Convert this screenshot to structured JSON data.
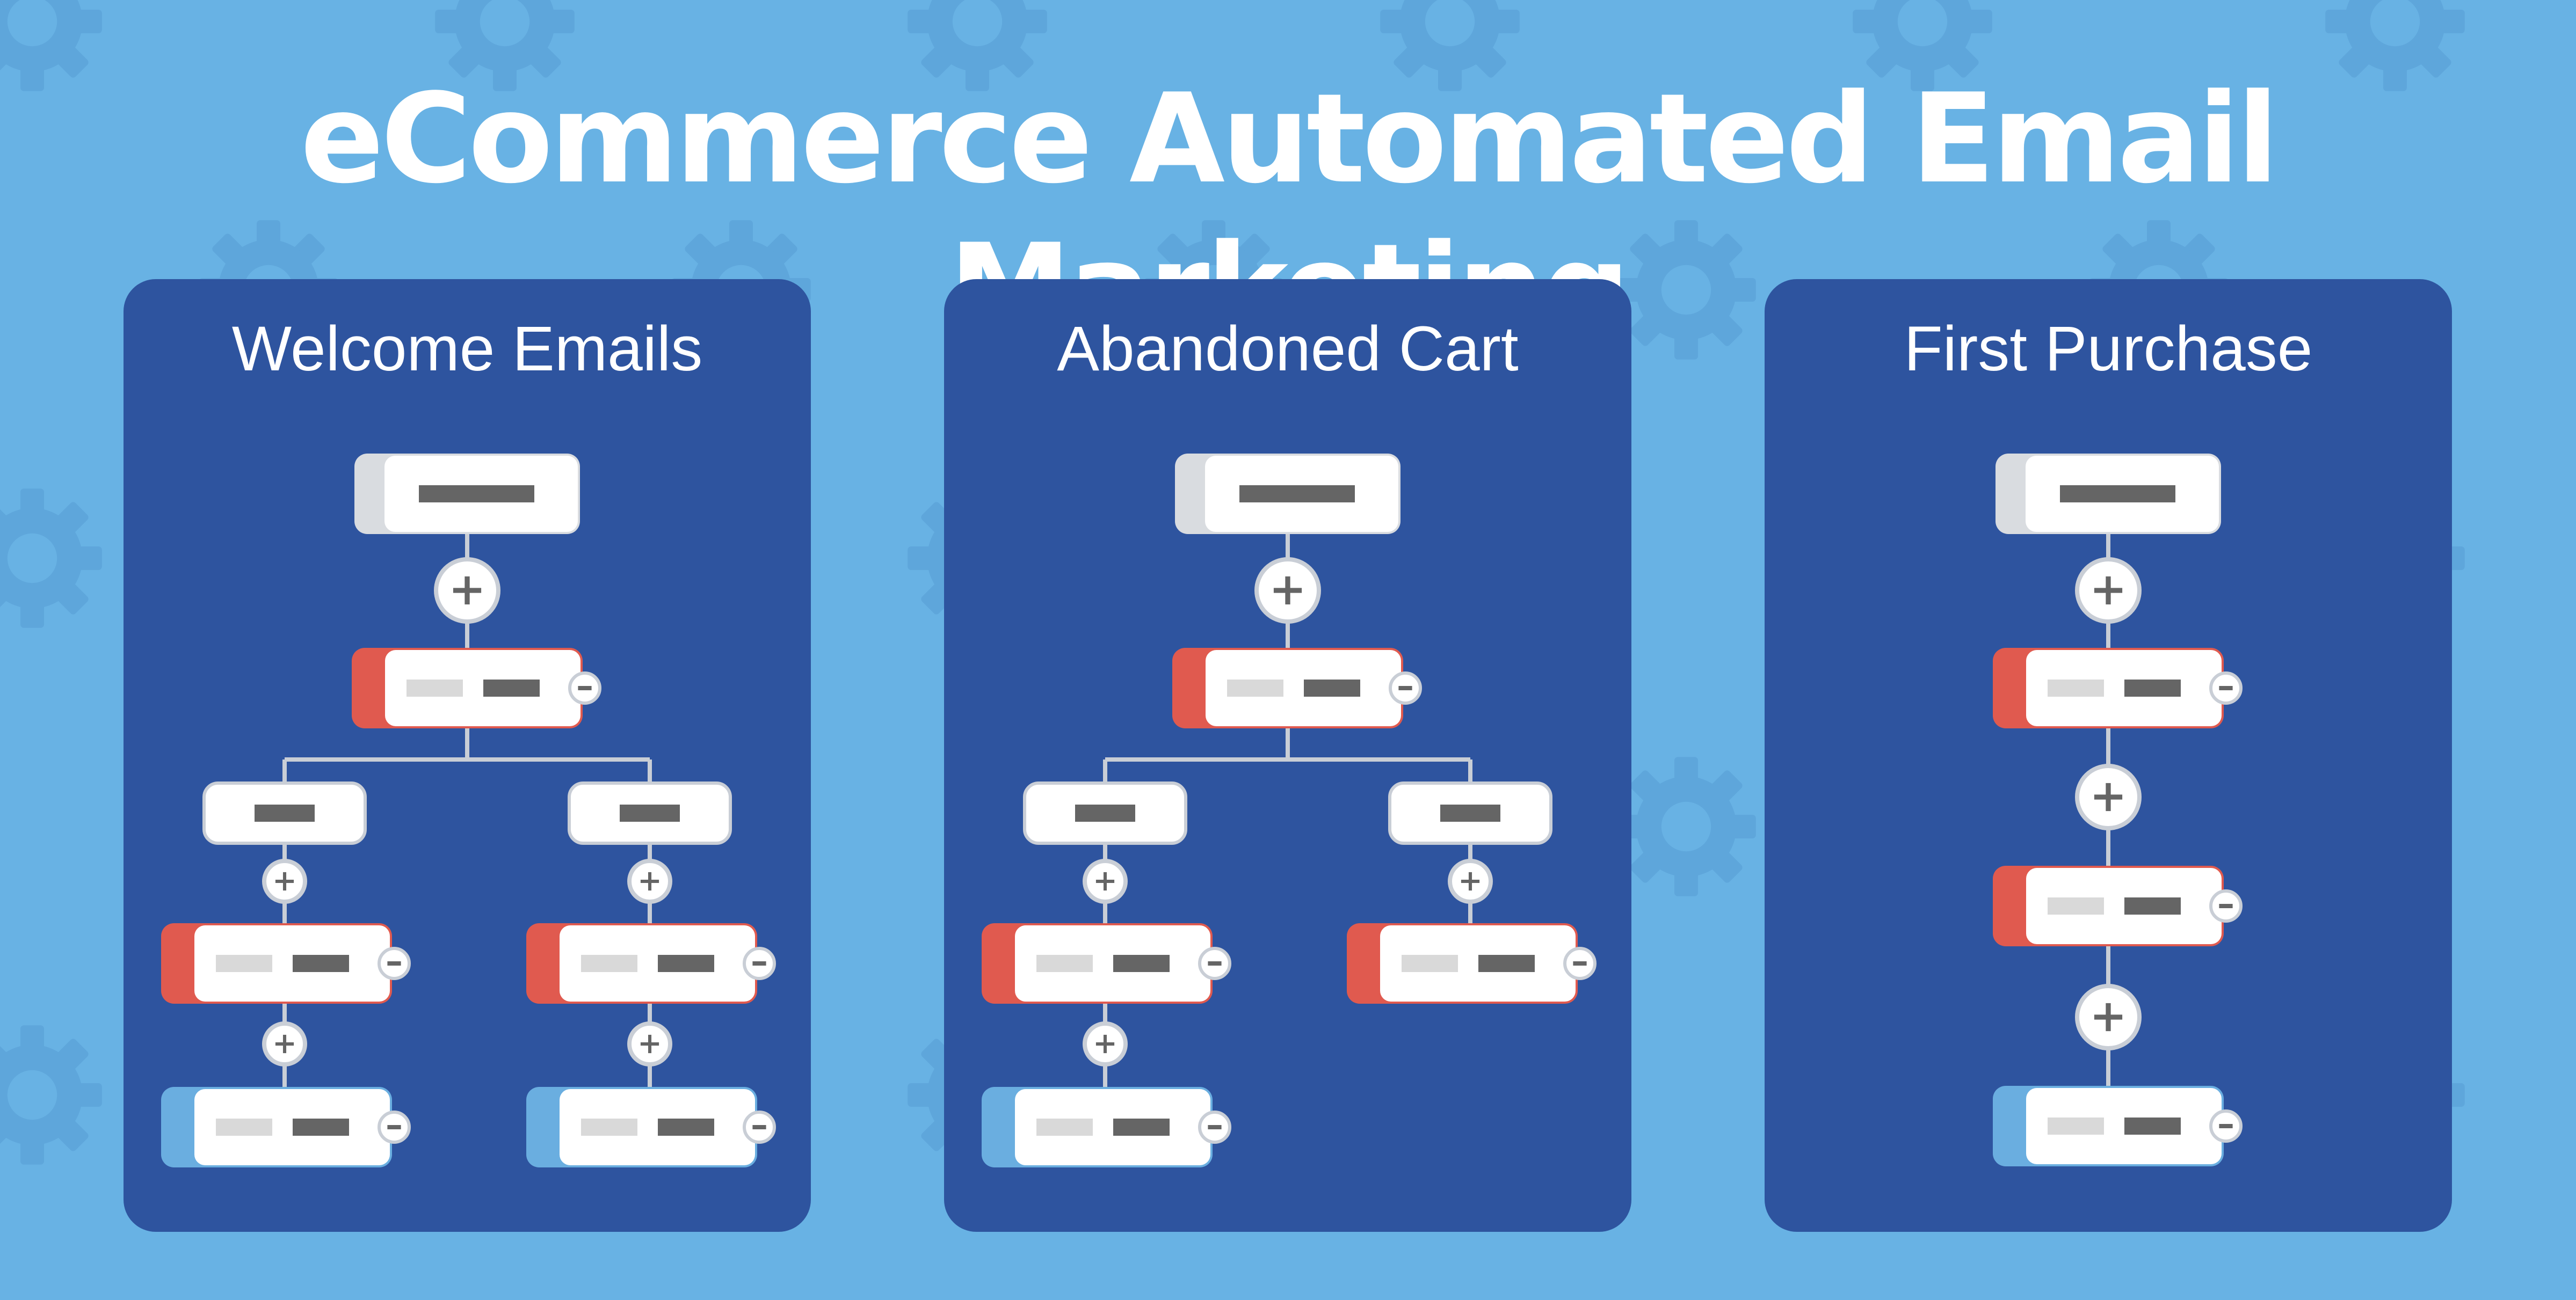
{
  "title": "eCommerce Automated Email Marketing",
  "panels": [
    {
      "id": "welcome",
      "title": "Welcome Emails",
      "layout": "branch",
      "leaf_rows": 2
    },
    {
      "id": "abandoned",
      "title": "Abandoned Cart",
      "layout": "branch-uneven",
      "leaf_rows": 2
    },
    {
      "id": "first",
      "title": "First Purchase",
      "layout": "linear",
      "leaf_rows": 3
    }
  ],
  "colors": {
    "background": "#68b2e4",
    "gear": "#5ea6db",
    "panel": "#2e549f",
    "card": "#ffffff",
    "card_border": "#cbd2dc",
    "trigger_tab": "#d9dce0",
    "email_tab": "#e05a4f",
    "final_tab": "#6aaee0",
    "bar_dark": "#656565",
    "bar_light": "#d9d9d9",
    "connector": "#c9ced6"
  },
  "icons": {
    "add": "plus-icon",
    "remove": "minus-icon",
    "decoration": "gear-icon"
  }
}
